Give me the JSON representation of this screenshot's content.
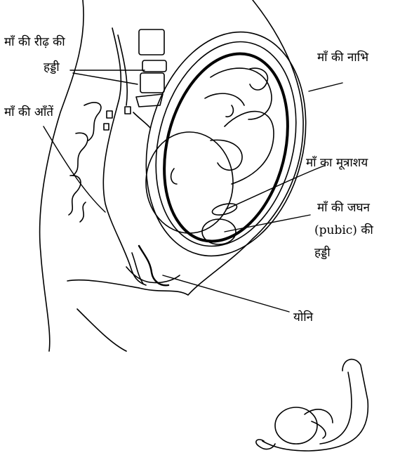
{
  "labels": {
    "spine_line1": "माँ की रीढ़ की",
    "spine_line2": "हड्डी",
    "navel": "माँ की नाभि",
    "intestines": "माँ की आँतें",
    "bladder": "माँ का मूत्राशय",
    "pubic_line1": "माँ की जघन",
    "pubic_line2": "(pubic) की",
    "pubic_line3": "हड्डी",
    "vagina": "योनि"
  },
  "colors": {
    "ink": "#000000",
    "paper": "#ffffff"
  }
}
